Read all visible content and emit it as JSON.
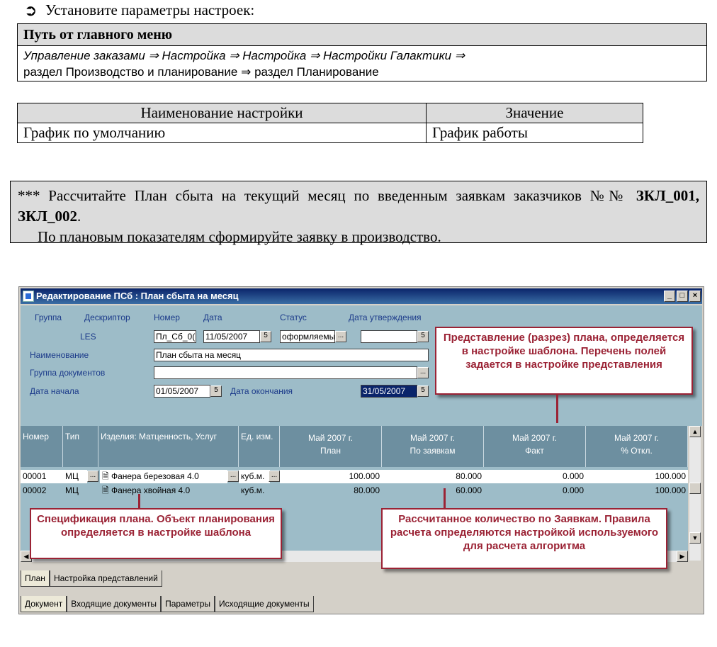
{
  "intro": {
    "icon": "circle-arrow-icon",
    "text": "Установите параметры настроек:"
  },
  "menu_path": {
    "title": "Путь от главного меню",
    "line1": "Управление заказами ⇒ Настройка ⇒ Настройка ⇒  Настройки Галактики ⇒",
    "line2": "раздел Производство и планирование ⇒ раздел Планирование"
  },
  "settings_table": {
    "headers": [
      "Наименование настройки",
      "Значение"
    ],
    "rows": [
      [
        "График по умолчанию",
        "График работы"
      ]
    ]
  },
  "task": {
    "part1": "*** Рассчитайте План сбыта на текущий месяц по введенным заявкам заказчиков №№ ",
    "bold": "ЗКЛ_001, ЗКЛ_002",
    "part2": ".",
    "line2": "По плановым показателям сформируйте заявку в производство."
  },
  "window": {
    "title": "Редактирование ПСб : План сбыта на месяц",
    "controls": [
      "_",
      "□",
      "×"
    ],
    "form": {
      "group_label": "Группа",
      "descriptor_label": "Дескриптор",
      "number_label": "Номер",
      "date_label": "Дата",
      "status_label": "Статус",
      "approval_label": "Дата утверждения",
      "descriptor_value": "LES",
      "number_value": "Пл_Сб_0(",
      "date_value": "11/05/2007",
      "status_value": "оформляемый",
      "approval_value": "",
      "name_label": "Наименование",
      "name_value": "План сбыта на месяц",
      "doc_group_label": "Группа документов",
      "doc_group_value": "",
      "start_label": "Дата начала",
      "start_value": "01/05/2007",
      "end_label": "Дата окончания",
      "end_value": "31/05/2007"
    },
    "grid": {
      "headers": {
        "num": "Номер",
        "type": "Тип",
        "item": "Изделия: Матценность, Услуг",
        "unit": "Ед. изм.",
        "plan": [
          "Май 2007 г.",
          "План"
        ],
        "orders": [
          "Май 2007 г.",
          "По заявкам"
        ],
        "fact": [
          "Май 2007 г.",
          "Факт"
        ],
        "dev": [
          "Май 2007 г.",
          "% Откл."
        ]
      },
      "rows": [
        {
          "num": "00001",
          "type": "МЦ",
          "item": "Фанера березовая  4.0",
          "unit": "куб.м.",
          "plan": "100.000",
          "orders": "80.000",
          "fact": "0.000",
          "dev": "100.000"
        },
        {
          "num": "00002",
          "type": "МЦ",
          "item": "Фанера хвойная 4.0",
          "unit": "куб.м.",
          "plan": "80.000",
          "orders": "60.000",
          "fact": "0.000",
          "dev": "100.000"
        }
      ]
    },
    "tabs_top": [
      "План",
      "Настройка представлений"
    ],
    "tabs_bottom": [
      "Документ",
      "Входящие документы",
      "Параметры",
      "Исходящие документы"
    ]
  },
  "callouts": {
    "view": "Представление (разрез) плана, определяется в настройке шаблона. Перечень полей задается в настройке представления",
    "spec": "Спецификация плана. Объект планирования определяется в настройке шаблона",
    "calc": "Рассчитанное количество по Заявкам. Правила расчета определяются настройкой используемого для расчета алгоритма"
  },
  "colors": {
    "callout": "#9b2335",
    "titlebar": "#0a246a",
    "form_bg": "#9dbcc8",
    "grid_header": "#6d8fa0"
  }
}
